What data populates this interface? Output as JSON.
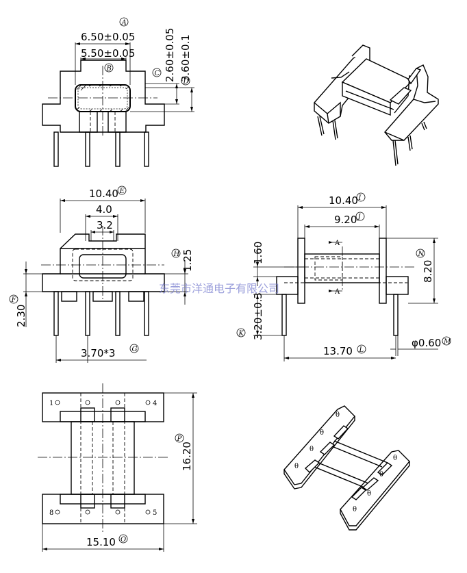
{
  "watermark": "东莞市洋通电子有限公司",
  "front_view": {
    "dims": {
      "outer_width": "6.50±0.05",
      "inner_width": "5.50±0.05",
      "height_inner": "2.60±0.05",
      "height_outer": "3.60±0.1"
    },
    "tags": {
      "a": "A",
      "b": "B",
      "c": "C",
      "d": "D"
    }
  },
  "side_view": {
    "dims": {
      "width": "10.40",
      "center_width": "4.0",
      "slot_width": "3.2",
      "flange": "1.25",
      "height": "2.30",
      "pitch": "3.70*3"
    },
    "tags": {
      "e": "E",
      "f": "F",
      "g": "G",
      "h": "H"
    }
  },
  "top_view": {
    "dims": {
      "overall_width": "10.40",
      "inner_width": "9.20",
      "height_small": "1.60",
      "height_right": "8.20",
      "pin_length": "3.20±0.3",
      "pin_span": "13.70",
      "pin_dia": "φ0.60"
    },
    "section_label_top": "A",
    "section_label_bottom": "A",
    "tags": {
      "i": "I",
      "j": "J",
      "k": "K",
      "l": "L",
      "m": "M",
      "n": "N"
    }
  },
  "bottom_view": {
    "dims": {
      "length": "16.20",
      "width": "15.10"
    },
    "pin_numbers": {
      "p1": "1",
      "p4": "4",
      "p8": "8",
      "p5": "5"
    },
    "tags": {
      "o": "O",
      "p": "P"
    }
  }
}
